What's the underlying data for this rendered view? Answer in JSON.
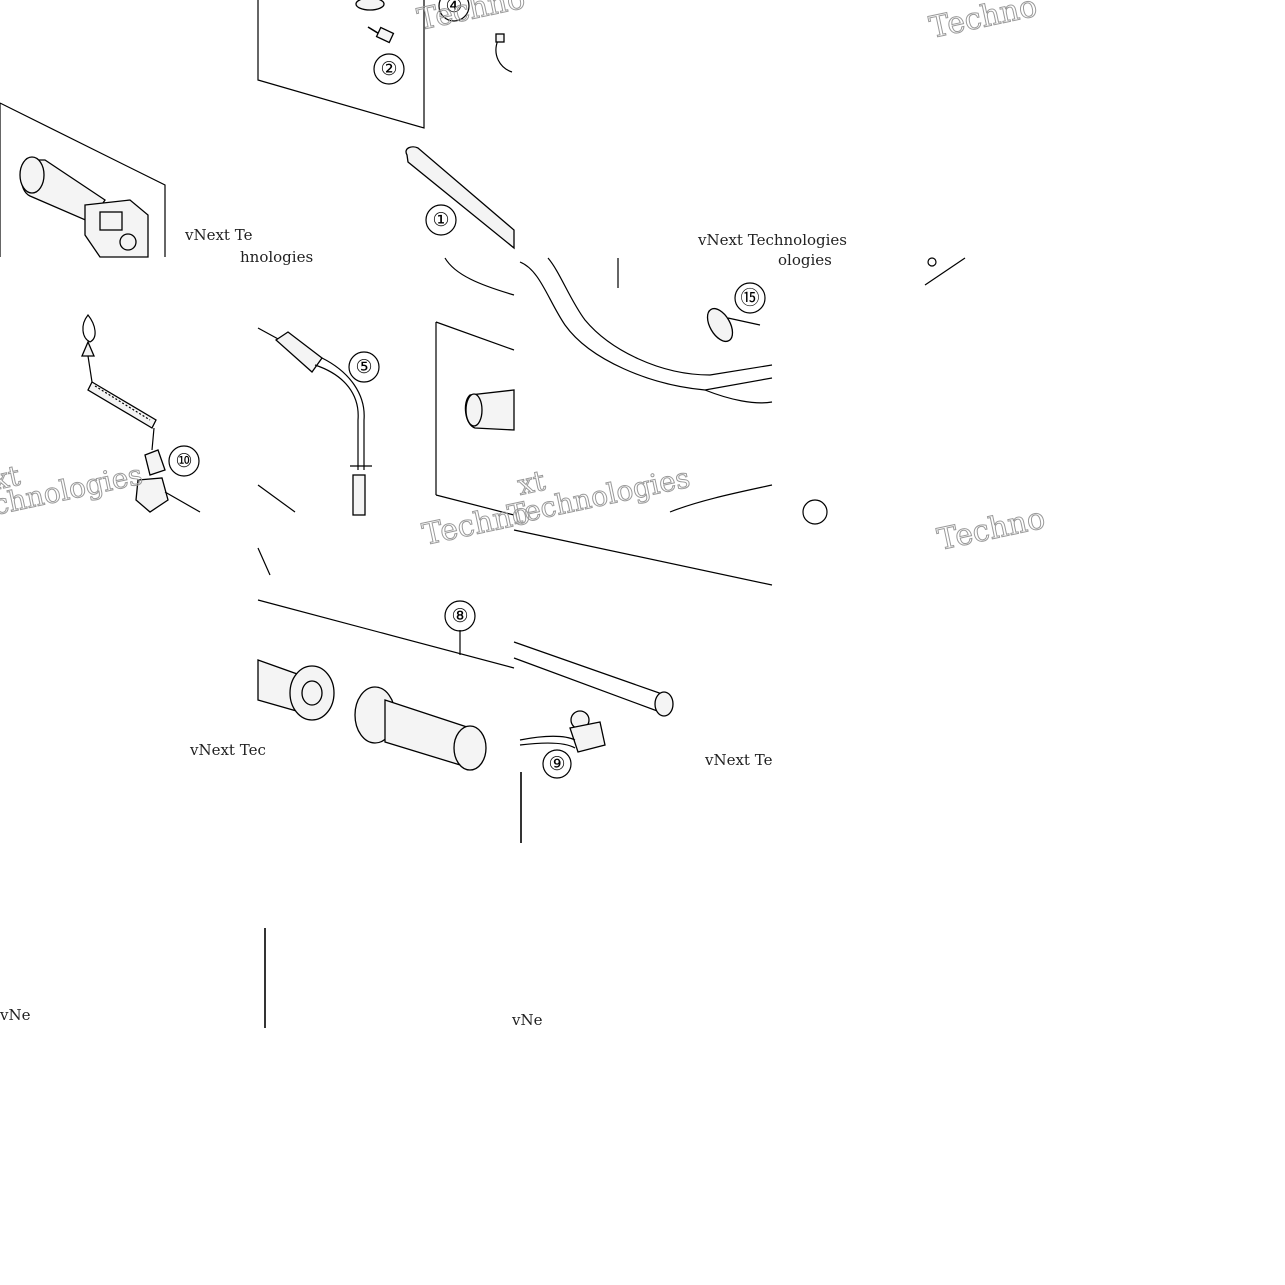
{
  "diagram": {
    "callouts": [
      {
        "id": "c1",
        "label": "①"
      },
      {
        "id": "c2",
        "label": "②"
      },
      {
        "id": "c4",
        "label": "④"
      },
      {
        "id": "c5",
        "label": "⑤"
      },
      {
        "id": "c8",
        "label": "⑧"
      },
      {
        "id": "c9",
        "label": "⑨"
      },
      {
        "id": "c10",
        "label": "⑩"
      },
      {
        "id": "c15",
        "label": "⑮"
      }
    ],
    "watermarks": {
      "technologies": "Technologies",
      "techno": "Techno",
      "vnext_te": "vNext Te",
      "vnext_tec": "vNext Tec",
      "vnext_full": "vNext Technologies",
      "hnologies": "hnologies",
      "ologies": "ologies",
      "chnologies": "chnologies",
      "vnext_partial": "vNe",
      "ext_partial": "xt"
    }
  }
}
